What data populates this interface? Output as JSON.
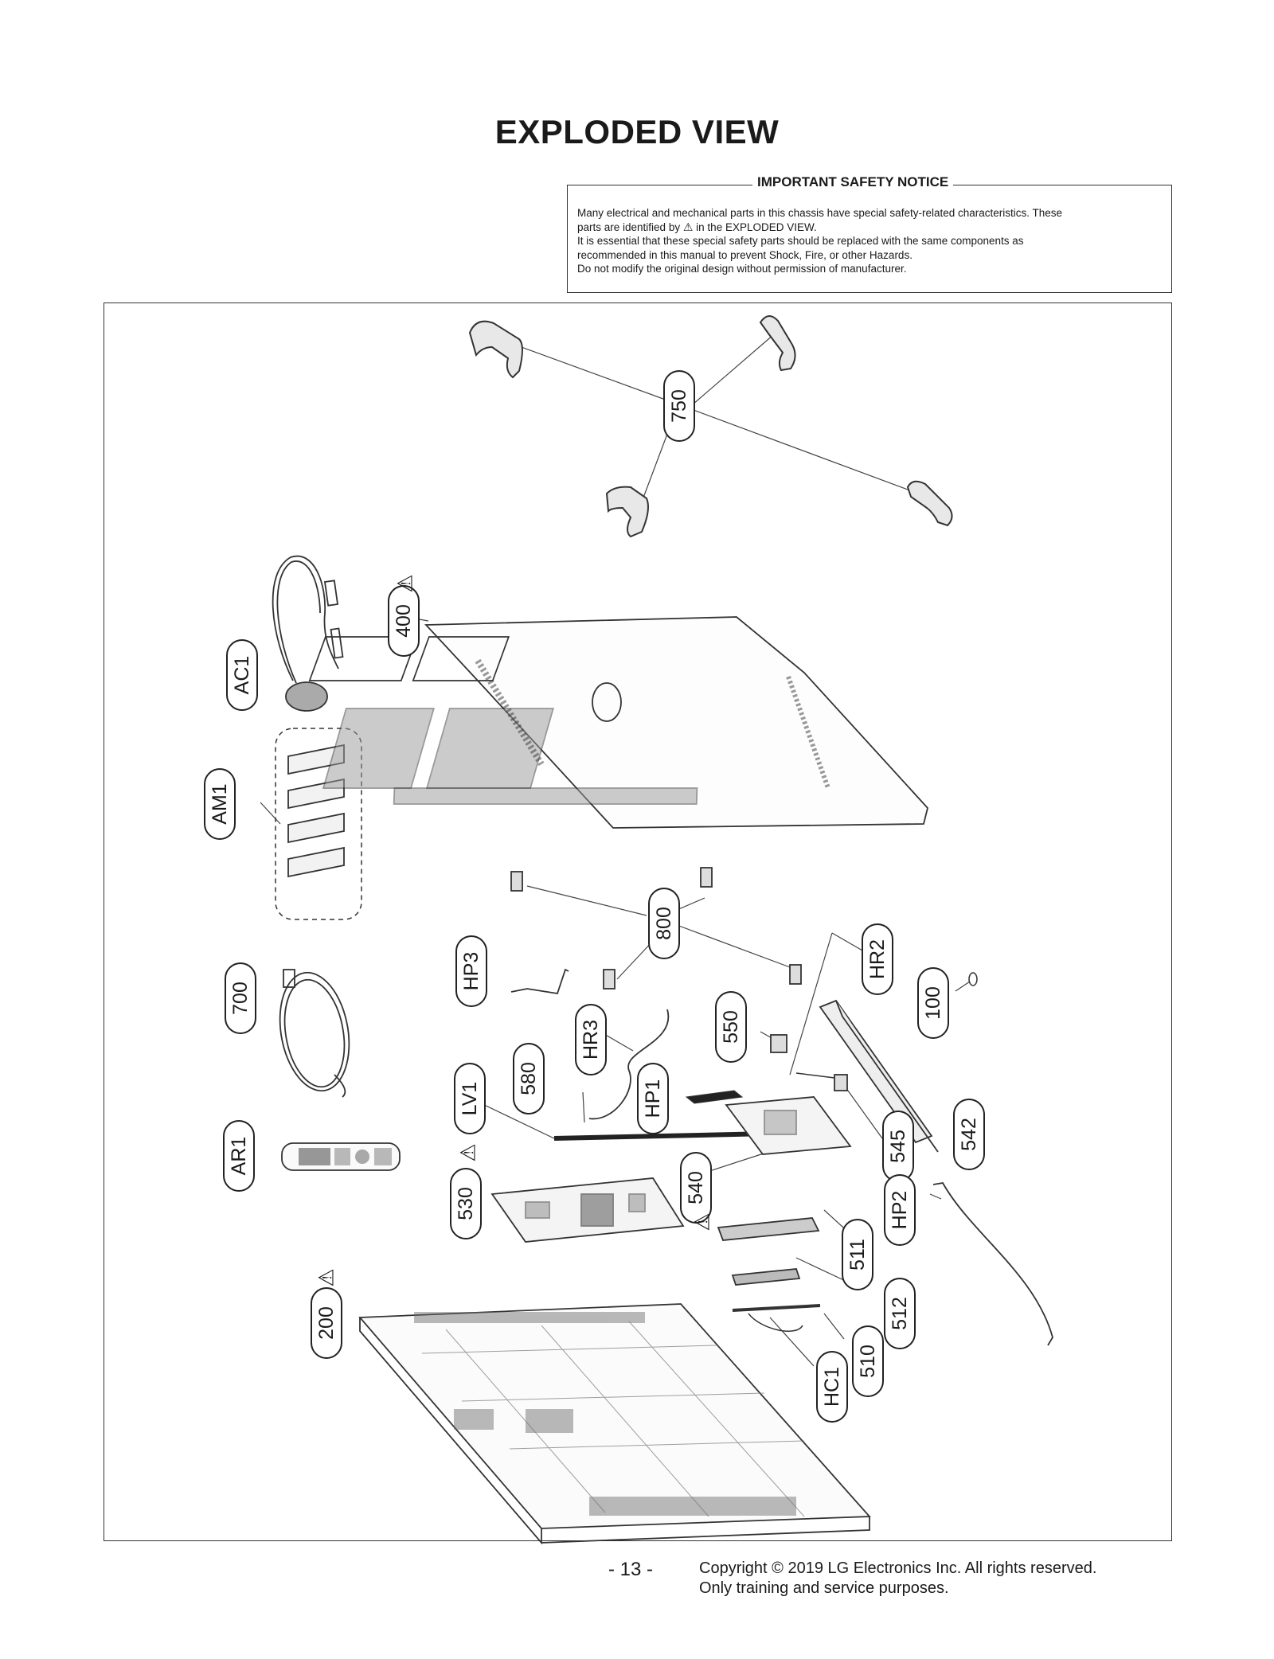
{
  "title": "EXPLODED VIEW",
  "notice": {
    "heading": "IMPORTANT SAFETY NOTICE",
    "line1": "Many electrical and mechanical parts in this chassis have special safety-related characteristics. These",
    "line2_before": "parts are identified by",
    "line2_symbol": "⚠",
    "line2_after": "in the EXPLODED VIEW.",
    "line3": "It is essential that these special safety parts should be replaced with the same components as",
    "line4": "recommended in this manual to prevent Shock, Fire, or other Hazards.",
    "line5": "Do not modify the original design without permission of manufacturer."
  },
  "parts": {
    "p750": "750",
    "p400": "400",
    "AC1": "AC1",
    "AM1": "AM1",
    "p800": "800",
    "HR2": "HR2",
    "HP3": "HP3",
    "p700": "700",
    "p100": "100",
    "p550": "550",
    "HR3": "HR3",
    "p580": "580",
    "LV1": "LV1",
    "HP1": "HP1",
    "AR1": "AR1",
    "p545": "545",
    "p542": "542",
    "p530": "530",
    "p540": "540",
    "HP2": "HP2",
    "p511": "511",
    "p200": "200",
    "p512": "512",
    "p510": "510",
    "HC1": "HC1"
  },
  "warning_symbol": "⚠",
  "footer": {
    "page": "- 13 -",
    "copyright_line1": "Copyright © 2019 LG Electronics Inc. All rights reserved.",
    "copyright_line2": "Only training and service purposes."
  },
  "colors": {
    "ink": "#1a1a1a",
    "line": "#333333",
    "background": "#ffffff"
  }
}
